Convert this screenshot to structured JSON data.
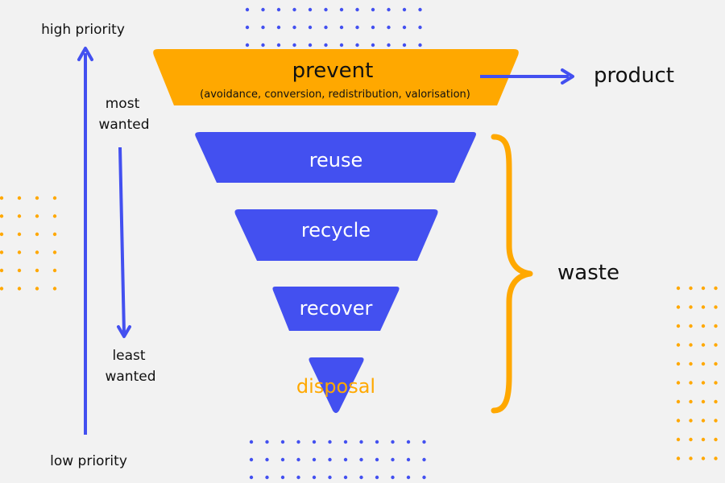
{
  "colors": {
    "background": "#f2f2f2",
    "accent_blue": "#4350f0",
    "accent_orange": "#ffa800",
    "text_dark": "#111111",
    "text_white": "#ffffff"
  },
  "priority": {
    "high": "high priority",
    "low": "low priority"
  },
  "wanted": {
    "most_line1": "most",
    "most_line2": "wanted",
    "least_line1": "least",
    "least_line2": "wanted"
  },
  "levels": {
    "prevent": {
      "label": "prevent",
      "sublabel": "(avoidance, conversion, redistribution, valorisation)"
    },
    "reuse": "reuse",
    "recycle": "recycle",
    "recover": "recover",
    "disposal": "disposal"
  },
  "outcomes": {
    "product": "product",
    "waste": "waste"
  }
}
